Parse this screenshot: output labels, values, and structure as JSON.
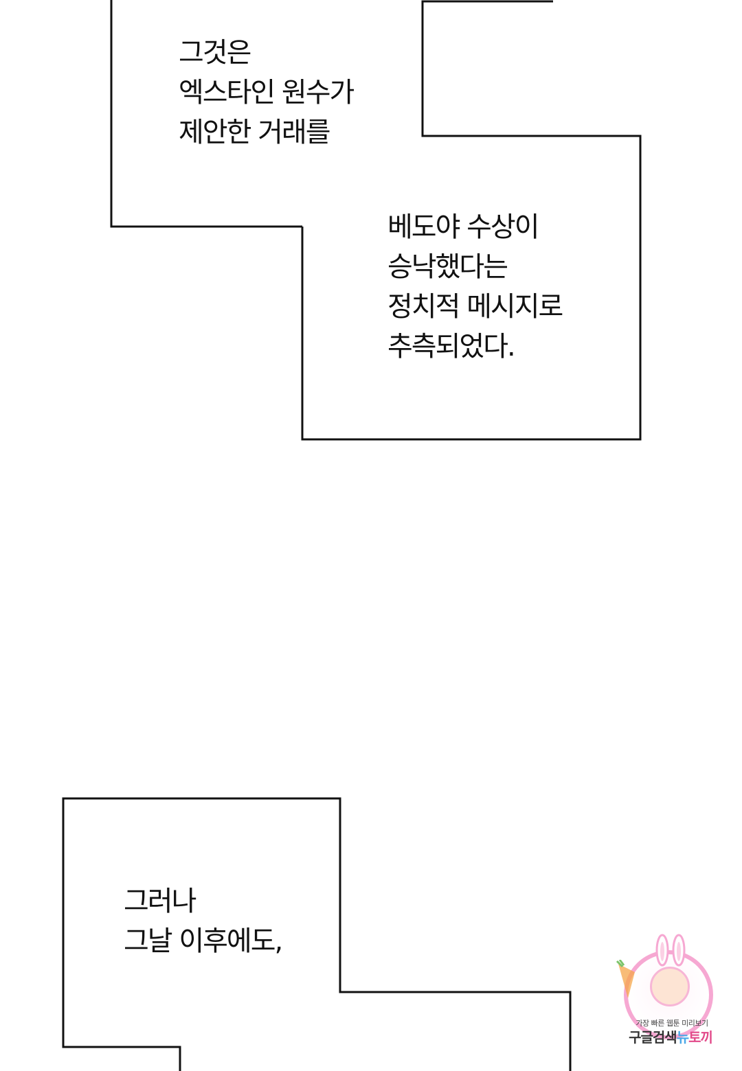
{
  "panels": [
    {
      "id": "top-left-box",
      "lines": [
        "그것은",
        "엑스타인 원수가",
        "제안한 거래를"
      ]
    },
    {
      "id": "top-right-box",
      "lines": [
        "베도야 수상이",
        "승낙했다는",
        "정치적 메시지로",
        "추측되었다."
      ]
    },
    {
      "id": "bottom-box",
      "lines": [
        "그러나",
        "그날 이후에도,"
      ]
    }
  ],
  "watermark": {
    "tagline": "가장 빠른 웹툰 미리보기",
    "brand_part1": "구글검색",
    "brand_part2": "뉴",
    "brand_part3": "토끼",
    "colors": {
      "ring": "#f6a8d2",
      "brand_blue": "#4aa8e8",
      "brand_pink": "#e24a8a"
    }
  },
  "colors": {
    "background": "#ffffff",
    "box_stroke": "#111111",
    "text": "#111111"
  }
}
